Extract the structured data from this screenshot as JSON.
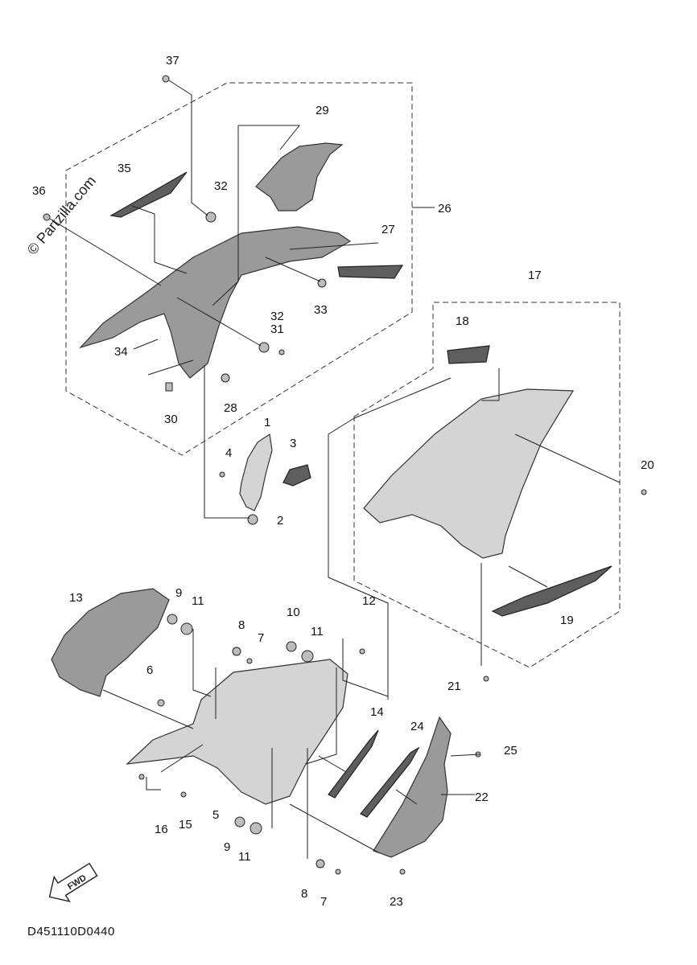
{
  "watermark": "© Partzilla.com",
  "diagram_code": "D451110D0440",
  "fwd_label": "FWD",
  "callouts": {
    "c1": "1",
    "c2": "2",
    "c3": "3",
    "c4": "4",
    "c5": "5",
    "c6": "6",
    "c7a": "7",
    "c7b": "7",
    "c8a": "8",
    "c8b": "8",
    "c9a": "9",
    "c9b": "9",
    "c10": "10",
    "c11a": "11",
    "c11b": "11",
    "c11c": "11",
    "c12": "12",
    "c13": "13",
    "c14": "14",
    "c15": "15",
    "c16": "16",
    "c17": "17",
    "c18": "18",
    "c19": "19",
    "c20": "20",
    "c21": "21",
    "c22": "22",
    "c23": "23",
    "c24": "24",
    "c25": "25",
    "c26": "26",
    "c27": "27",
    "c28": "28",
    "c29": "29",
    "c30": "30",
    "c31": "31",
    "c32a": "32",
    "c32b": "32",
    "c33": "33",
    "c34": "34",
    "c35": "35",
    "c36": "36",
    "c37": "37"
  }
}
